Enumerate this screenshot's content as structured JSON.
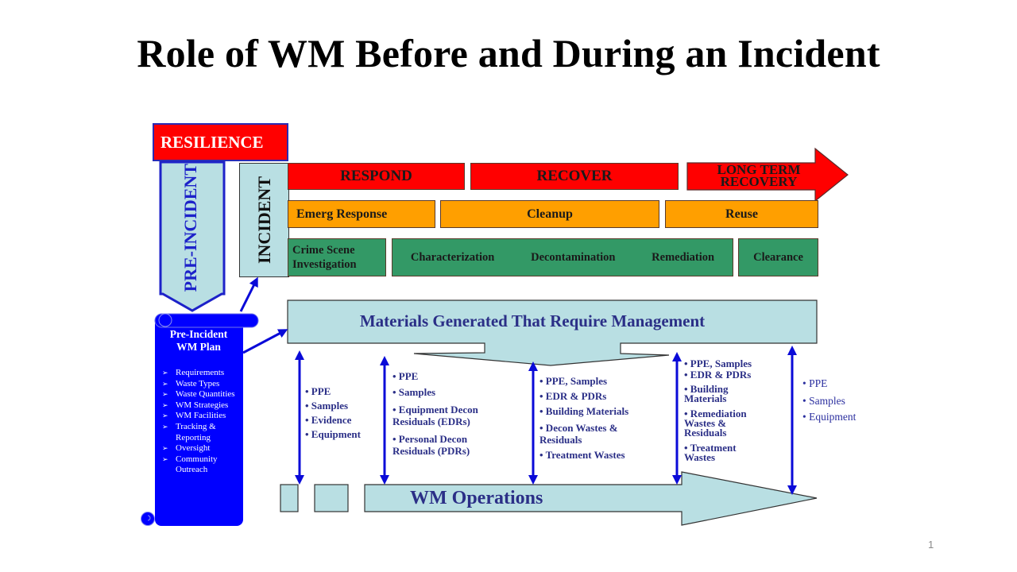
{
  "slide": {
    "title": "Role of WM Before and During an Incident",
    "slide_number": "1"
  },
  "phases": {
    "resilience": "RESILIENCE",
    "pre_incident": "PRE-INCIDENT",
    "incident": "INCIDENT",
    "respond": "RESPOND",
    "recover": "RECOVER",
    "long_term_recovery_line1": "LONG TERM",
    "long_term_recovery_line2": "RECOVERY"
  },
  "activities": {
    "emerg_response": "Emerg Response",
    "cleanup": "Cleanup",
    "reuse": "Reuse"
  },
  "tasks": {
    "crime_scene_line1": "Crime Scene",
    "crime_scene_line2": "Investigation",
    "characterization": "Characterization",
    "decontamination": "Decontamination",
    "remediation": "Remediation",
    "clearance": "Clearance"
  },
  "pre_incident_plan": {
    "title_line1": "Pre-Incident",
    "title_line2": "WM Plan",
    "items": [
      "Requirements",
      "Waste Types",
      "Waste Quantities",
      "WM Strategies",
      "WM Facilities",
      "Tracking & Reporting",
      "Oversight",
      "Community Outreach"
    ]
  },
  "materials": {
    "label": "Materials Generated That Require Management",
    "columns": [
      [
        "• PPE",
        "• Samples",
        "• Evidence",
        "• Equipment"
      ],
      [
        "• PPE",
        "• Samples",
        "• Equipment Decon Residuals (EDRs)",
        "• Personal Decon Residuals (PDRs)"
      ],
      [
        "• PPE, Samples",
        "• EDR & PDRs",
        "• Building Materials",
        "• Decon Wastes & Residuals",
        "• Treatment Wastes"
      ],
      [
        "• PPE, Samples",
        "• EDR & PDRs",
        "• Building Materials",
        "• Remediation Wastes & Residuals",
        "• Treatment Wastes"
      ],
      [
        "• PPE",
        "• Samples",
        "• Equipment"
      ]
    ]
  },
  "operations": {
    "label": "WM Operations"
  },
  "colors": {
    "phase_red": "#ff0000",
    "activity_orange": "#ff9f00",
    "task_green": "#339966",
    "light_blue": "#b9dfe3",
    "scroll_blue": "#0000ff",
    "arrow_blue": "#0a0ad8",
    "text_navy": "#2b2f87"
  }
}
